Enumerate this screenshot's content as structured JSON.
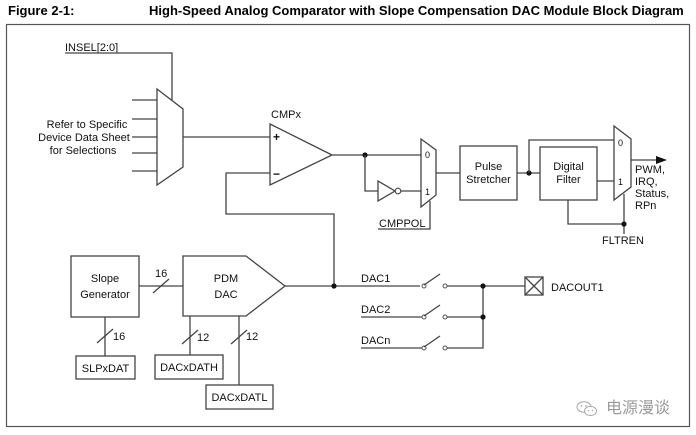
{
  "figure": {
    "number": "Figure 2-1:",
    "title": "High-Speed Analog Comparator with Slope Compensation DAC Module Block Diagram"
  },
  "labels": {
    "insel": "INSEL[2:0]",
    "input_note": [
      "Refer to Specific",
      "Device Data Sheet",
      "for Selections"
    ],
    "comparator": "CMPx",
    "plus": "+",
    "minus": "−",
    "mux0": "0",
    "mux1": "1",
    "cmppol": "CMPPOL",
    "pulse_stretcher": [
      "Pulse",
      "Stretcher"
    ],
    "digital_filter": [
      "Digital",
      "Filter"
    ],
    "outputs": [
      "PWM,",
      "IRQ,",
      "Status,",
      "RPn"
    ],
    "fltren": "FLTREN",
    "slope_generator": [
      "Slope",
      "Generator"
    ],
    "pdm_dac": [
      "PDM",
      "DAC"
    ],
    "bus_slope_to_dac": "16",
    "bus_slpxdat": "16",
    "bus_dacxdath": "12",
    "bus_dacxdatl": "12",
    "slpxdat": "SLPxDAT",
    "dacxdath": "DACxDATH",
    "dacxdatl": "DACxDATL",
    "dac1": "DAC1",
    "dac2": "DAC2",
    "dacn": "DACn",
    "dacout": "DACOUT1"
  },
  "watermark": {
    "icon": "wechat-icon",
    "text": "电源漫谈"
  }
}
